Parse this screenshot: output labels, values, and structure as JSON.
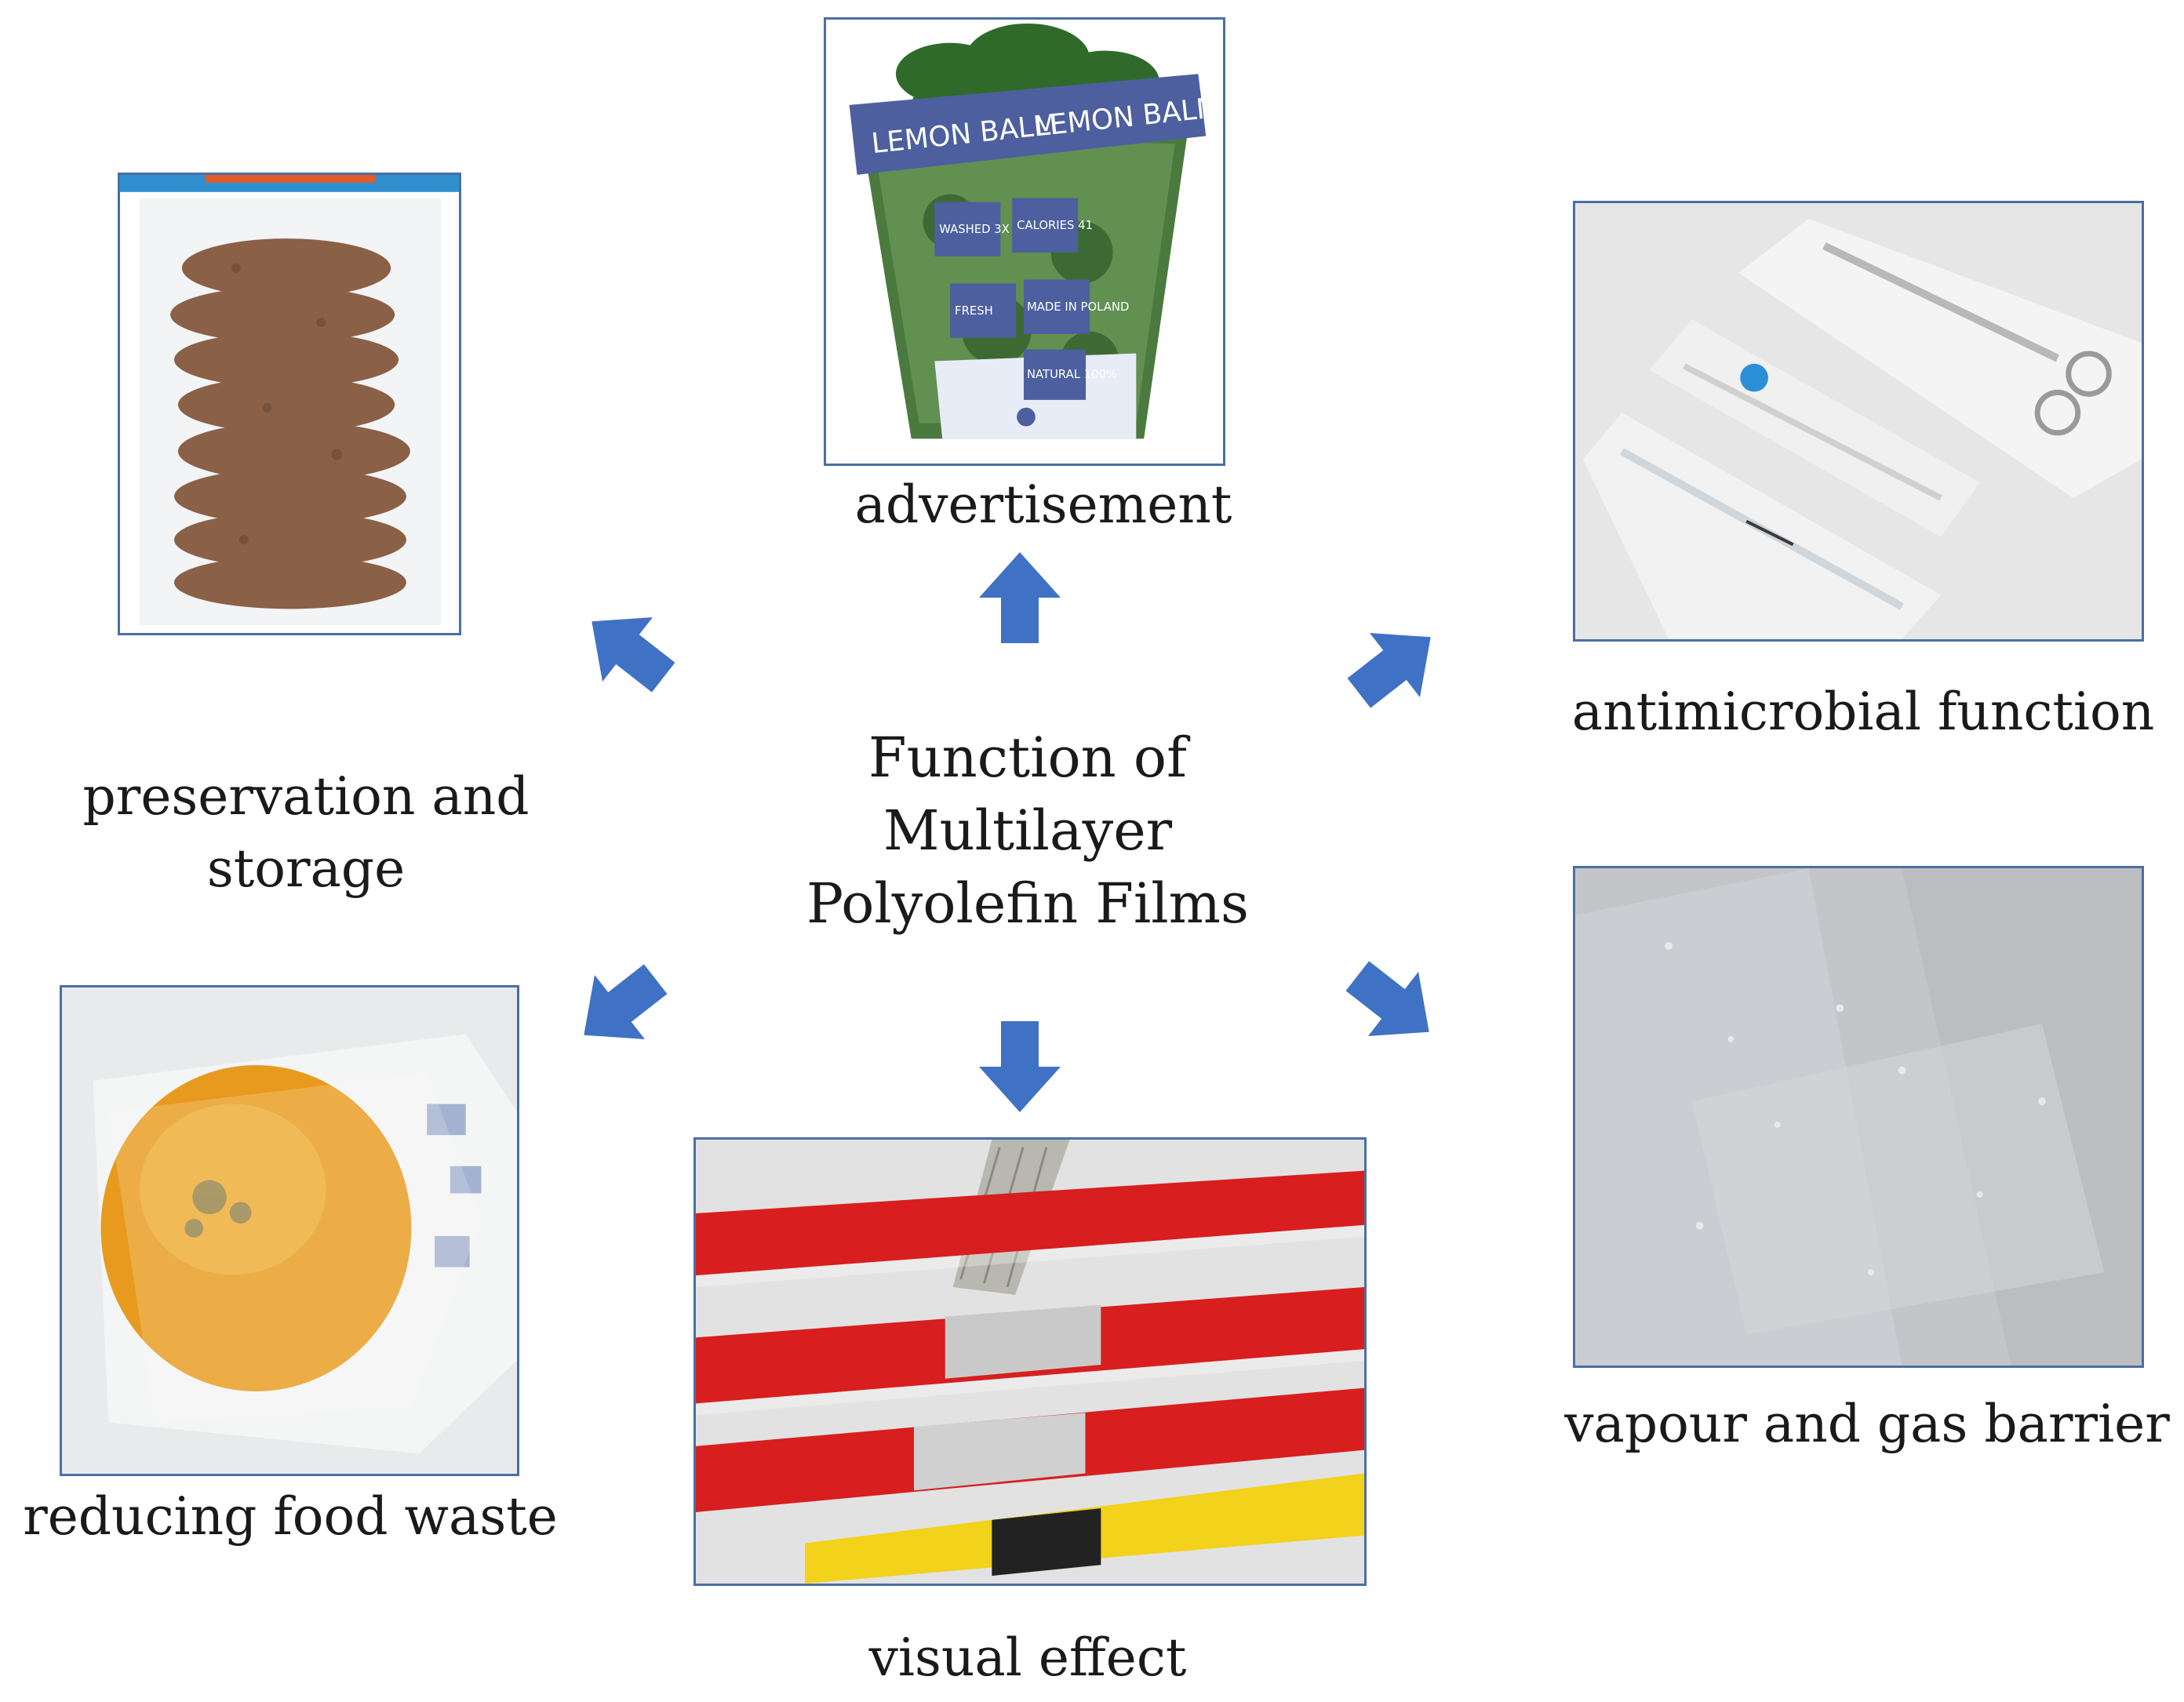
{
  "title_lines": [
    "Function of",
    "Multilayer",
    "Polyolefin Films"
  ],
  "functions": {
    "advertisement": "advertisement",
    "preservation_lines": [
      "preservation and",
      "storage"
    ],
    "antimicrobial": "antimicrobial function",
    "food_waste": "reducing food waste",
    "visual": "visual effect",
    "barrier": "vapour and gas barrier"
  },
  "package_text": {
    "banner_left": "LEMON BALM",
    "banner_right": "LEMON BALM",
    "panel_1": "WASHED 3X",
    "panel_2": "CALORIES 41",
    "panel_3": "FRESH",
    "panel_4": "MADE IN POLAND",
    "panel_5": "NATURAL 100%"
  },
  "colors": {
    "arrow": "#3f72c4",
    "frame": "#4a6fa5",
    "roller_red": "#d81e1e",
    "roller_yellow": "#f2d21a",
    "banner_blue": "#4d5f9e"
  }
}
